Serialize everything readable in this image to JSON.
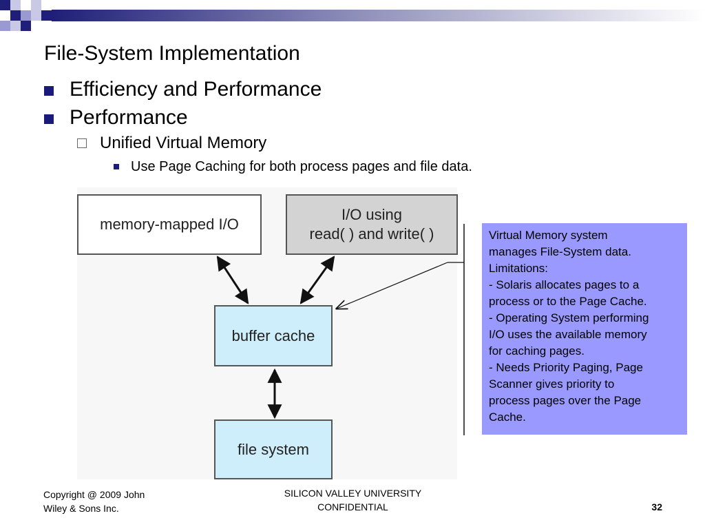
{
  "colors": {
    "accent": "#1a1a7a",
    "note_bg": "#9999ff",
    "cache_box": "#cdeefa",
    "io_box": "#d3d3d3"
  },
  "slide": {
    "title": "File-System Implementation",
    "bullets": [
      {
        "level": 1,
        "text": "Efficiency and Performance"
      },
      {
        "level": 1,
        "text": "Performance"
      },
      {
        "level": 2,
        "text": "Unified Virtual Memory"
      },
      {
        "level": 3,
        "text": "Use Page Caching for both process pages and file data."
      }
    ]
  },
  "diagram": {
    "memory_mapped": "memory-mapped I/O",
    "io_line1": "I/O using",
    "io_line2": "read( ) and write( )",
    "buffer_cache": "buffer cache",
    "file_system": "file system"
  },
  "note": {
    "lines": [
      "Virtual Memory system",
      "manages File-System data.",
      "Limitations:",
      "- Solaris allocates pages to a",
      "process or to the Page Cache.",
      "- Operating System performing",
      "I/O uses the available memory",
      "for caching pages.",
      "- Needs Priority Paging, Page",
      "Scanner gives priority to",
      "process pages over the Page",
      "Cache."
    ]
  },
  "footer": {
    "copyright_line1": "Copyright @ 2009 John",
    "copyright_line2": "Wiley & Sons Inc.",
    "center_line1": "SILICON VALLEY UNIVERSITY",
    "center_line2": "CONFIDENTIAL",
    "page_number": "32"
  }
}
